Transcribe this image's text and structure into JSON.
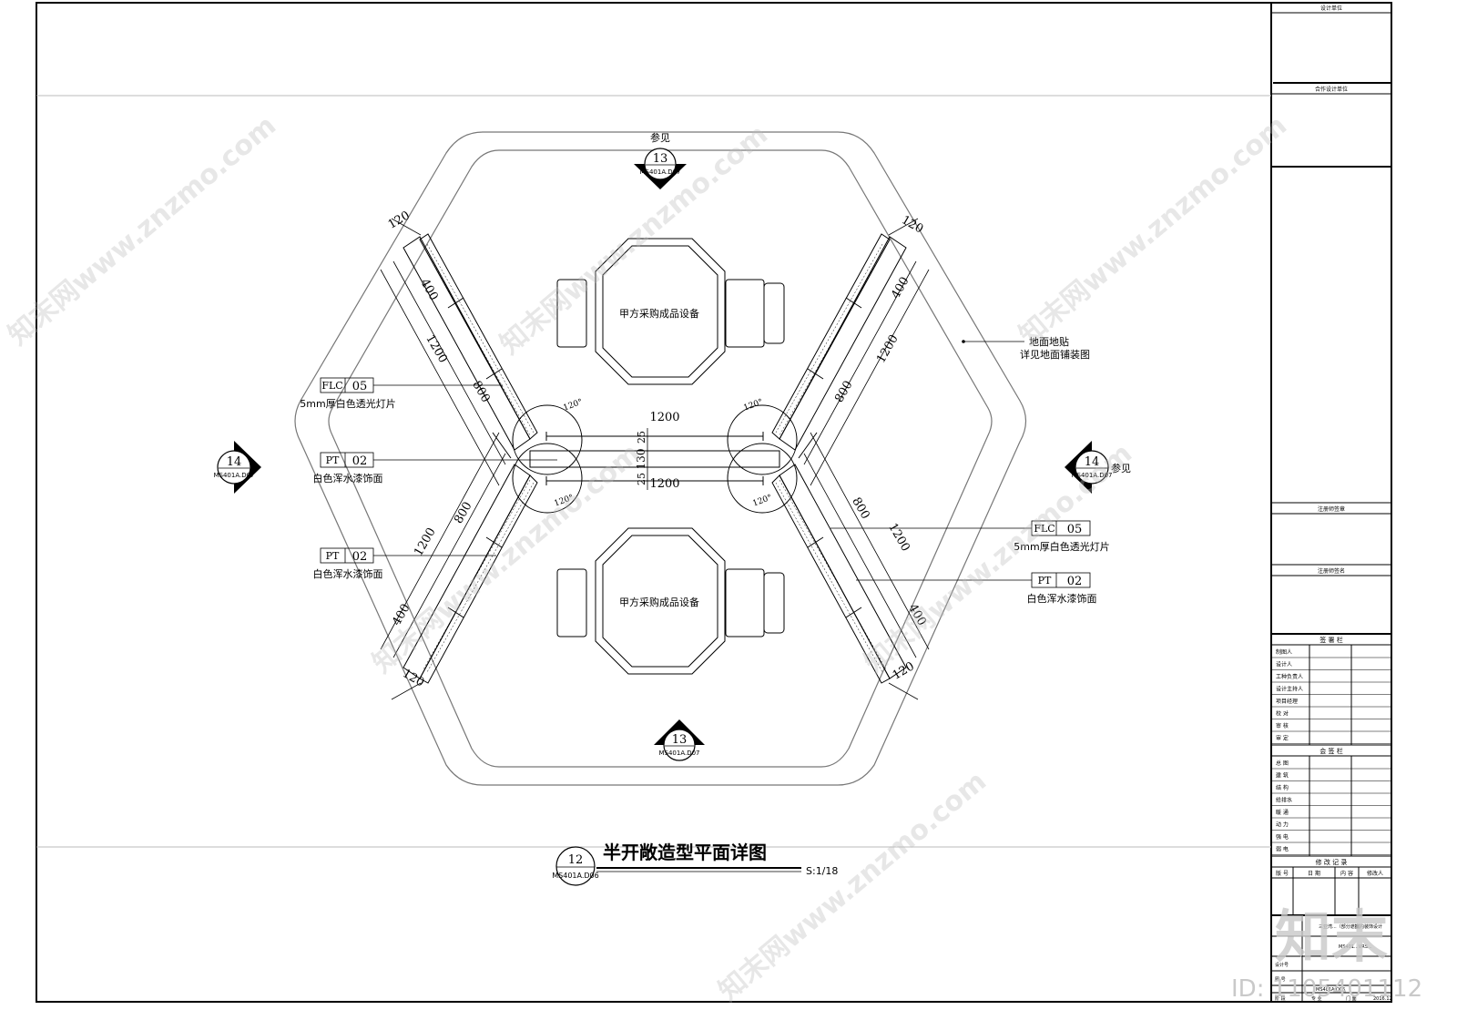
{
  "title_block": {
    "design_unit": "设计单位",
    "partner_unit": "合作设计单位",
    "reg_seal": "注册师签章",
    "reg_sign": "注册师签名",
    "sign_header": "签 署 栏",
    "sign_rows": [
      "制图人",
      "设计人",
      "工种负责人",
      "设计主持人",
      "项目经理",
      "校 对",
      "审 核",
      "审 定"
    ],
    "cosign_header": "会 签 栏",
    "cosign_rows": [
      "总 图",
      "建 筑",
      "结 构",
      "给排水",
      "暖 通",
      "动 力",
      "强 电",
      "弱 电"
    ],
    "revision_header": "修 改 记 录",
    "revision_cols": [
      "版 号",
      "日 期",
      "内 容",
      "修改人"
    ],
    "project_a": "三亚湾...（部分遮挡）",
    "project_a2": "室内装饰设计",
    "project_b": "MS401...VRS...",
    "project_no_label": "设计号",
    "drawing_no_label": "图 号",
    "drawing_no": "MS401A.D06",
    "footer_labels": [
      "阶 段",
      "专 业",
      "门 面",
      "2016.12"
    ]
  },
  "drawing": {
    "title": "半开敞造型平面详图",
    "scale": "S:1/18",
    "detail_no": "12",
    "detail_sheet": "MS401A.D06",
    "ref_top": {
      "label": "参见",
      "no": "13",
      "sheet": "MS401A.D07"
    },
    "ref_bottom": {
      "no": "13",
      "sheet": "MS401A.D07"
    },
    "ref_left": {
      "no": "14",
      "sheet": "MS401A.D07"
    },
    "ref_right": {
      "label": "参见",
      "no": "14",
      "sheet": "MS401A.D07"
    },
    "equipment_label": "甲方采购成品设备",
    "floor_note_1": "地面地贴",
    "floor_note_2": "详见地面铺装图",
    "tag_flc": "FLC",
    "tag_flc_no": "05",
    "tag_pt": "PT",
    "tag_pt_no": "02",
    "note_flc": "5mm厚白色透光灯片",
    "note_pt": "白色浑水漆饰面",
    "dims": {
      "d120": "120",
      "d400": "400",
      "d1200": "1200",
      "d800": "800",
      "angle": "120°",
      "d25": "25",
      "d130": "130"
    }
  },
  "watermark": {
    "logo": "知末",
    "id_text": "ID: 1105401112",
    "site": "知末网www.znzmo.com"
  }
}
